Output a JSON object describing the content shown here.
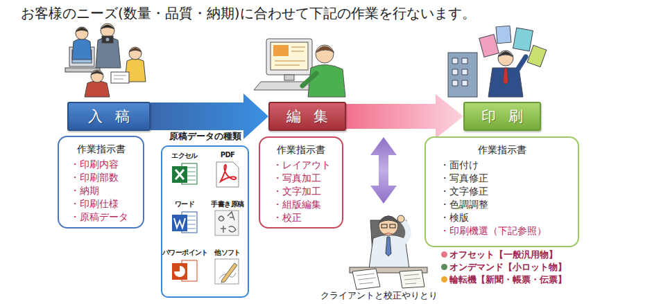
{
  "diagram": {
    "title": "お客様のニーズ(数量・品質・納期)に合わせて下記の作業を行ないます。",
    "nodes": [
      {
        "text": [
          "入稿"
        ]
      },
      {
        "text": [
          "作業指示書",
          "・印刷内容",
          "・印刷部数",
          "・納期",
          "・印刷仕様",
          "・原稿データ"
        ]
      },
      {
        "text": [
          "原稿データの種類",
          "エクセル",
          "PDF",
          "ワード",
          "手書き原稿",
          "パワーポイント",
          "他ソフト"
        ]
      },
      {
        "text": [
          "編集"
        ]
      },
      {
        "text": [
          "作業指示書",
          "・レイアウト",
          "・写真加工",
          "・文字加工",
          "・組版編集",
          "・校正"
        ]
      },
      {
        "text": [
          "印刷"
        ]
      },
      {
        "text": [
          "作業指示書",
          "・面付け",
          "・写真修正",
          "・文字修正",
          "・色調調整",
          "・検版",
          "・印刷機選（下記参照）"
        ]
      }
    ],
    "edges": [
      {
        "from": 0,
        "to": 3,
        "arrow": "to"
      },
      {
        "from": 3,
        "to": 5,
        "arrow": "to"
      }
    ],
    "labels": [
      "クライアントと校正やりとり"
    ],
    "legend": [
      {
        "text": "オフセット【一般汎用物】",
        "color": "#e8788a"
      },
      {
        "text": "オンデマンド【小ロット物】",
        "color": "#5e8c5a"
      },
      {
        "text": "輪転機【新聞・帳票・伝票】",
        "color": "#f0a830"
      }
    ]
  }
}
